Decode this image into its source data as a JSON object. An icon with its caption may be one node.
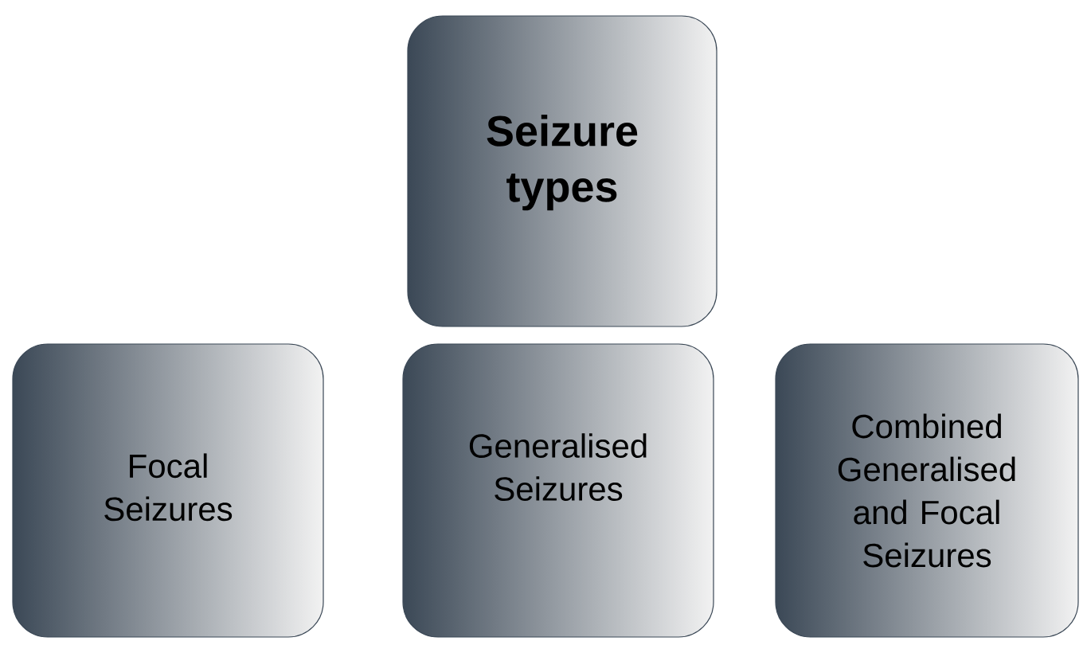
{
  "diagram": {
    "nodes": [
      {
        "text": [
          "Seizure types"
        ]
      },
      {
        "text": [
          "Focal Seizures"
        ]
      },
      {
        "text": [
          "Generalised Seizures"
        ]
      },
      {
        "text": [
          "Combined Generalised and Focal Seizures"
        ]
      }
    ]
  }
}
